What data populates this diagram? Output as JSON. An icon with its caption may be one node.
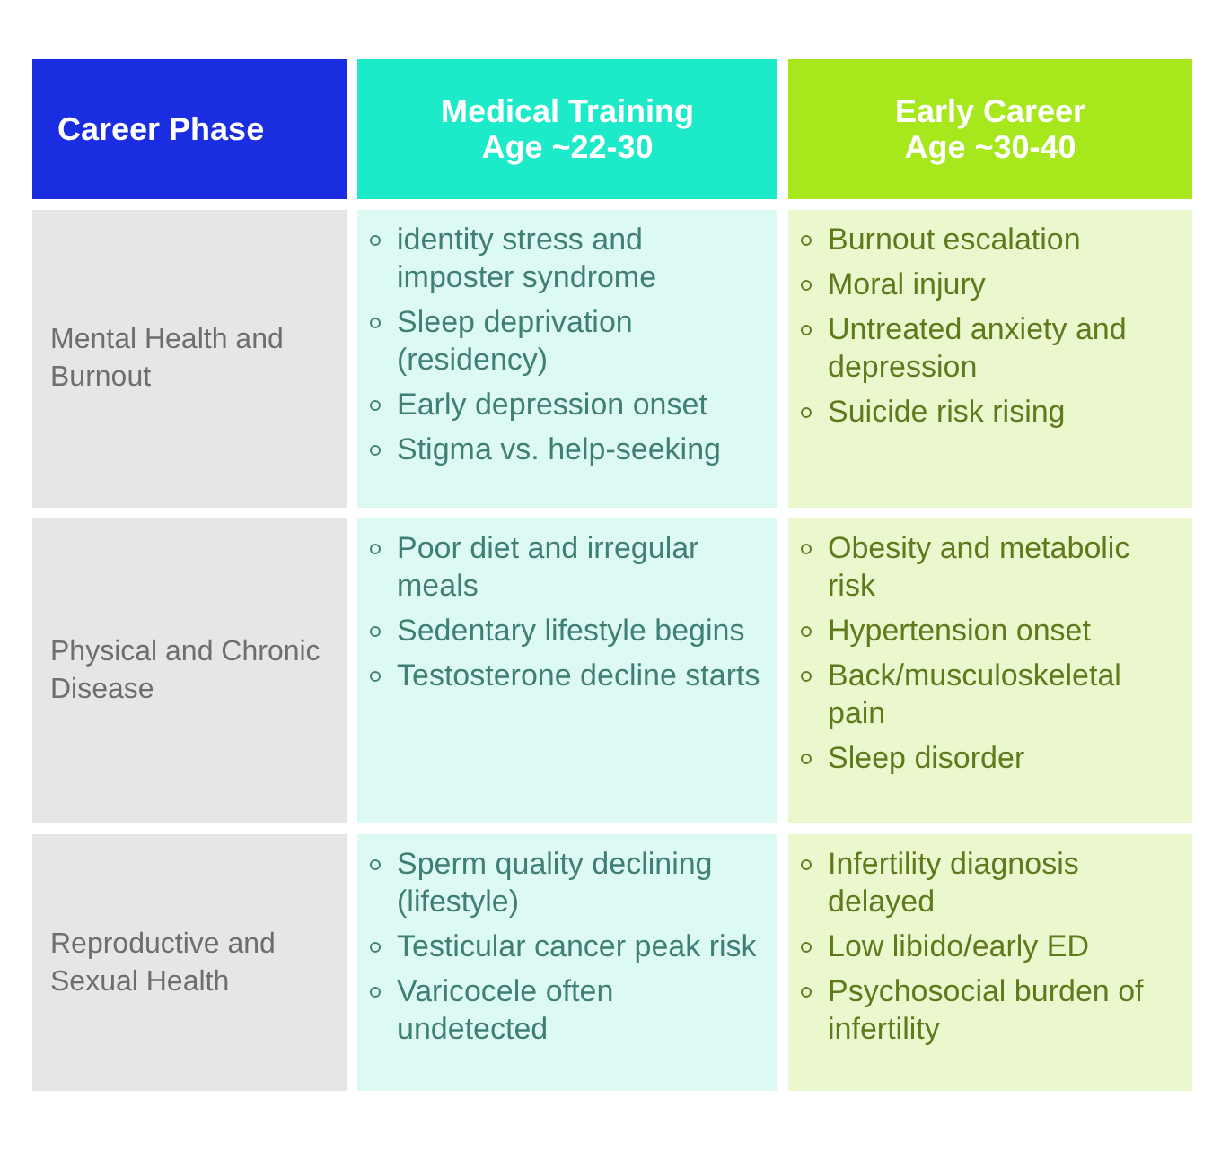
{
  "diagram": {
    "nodes": [
      {
        "text": [
          "Career Phase"
        ]
      },
      {
        "text": [
          "Medical Training",
          "Age ~22-30"
        ]
      },
      {
        "text": [
          "Early Career",
          "Age ~30-40"
        ]
      },
      {
        "text": [
          "Mental Health and Burnout"
        ]
      },
      {
        "text": [
          "identity stress and imposter syndrome",
          "Sleep deprivation (residency)",
          "Early depression onset",
          "Stigma vs. help-seeking"
        ]
      },
      {
        "text": [
          "Burnout escalation",
          "Moral injury",
          "Untreated anxiety and depression",
          "Suicide risk rising"
        ]
      },
      {
        "text": [
          "Physical and Chronic Disease"
        ]
      },
      {
        "text": [
          "Poor diet and irregular meals",
          "Sedentary lifestyle begins",
          "Testosterone decline starts"
        ]
      },
      {
        "text": [
          "Obesity and metabolic risk",
          "Hypertension onset",
          "Back/musculoskeletal pain",
          "Sleep disorder"
        ]
      },
      {
        "text": [
          "Reproductive and Sexual Health"
        ]
      },
      {
        "text": [
          "Sperm quality declining (lifestyle)",
          "Testicular cancer peak risk",
          "Varicocele often undetected"
        ]
      },
      {
        "text": [
          "Infertility diagnosis delayed",
          "Low libido/early ED",
          "Psychosocial burden of infertility"
        ]
      }
    ]
  }
}
